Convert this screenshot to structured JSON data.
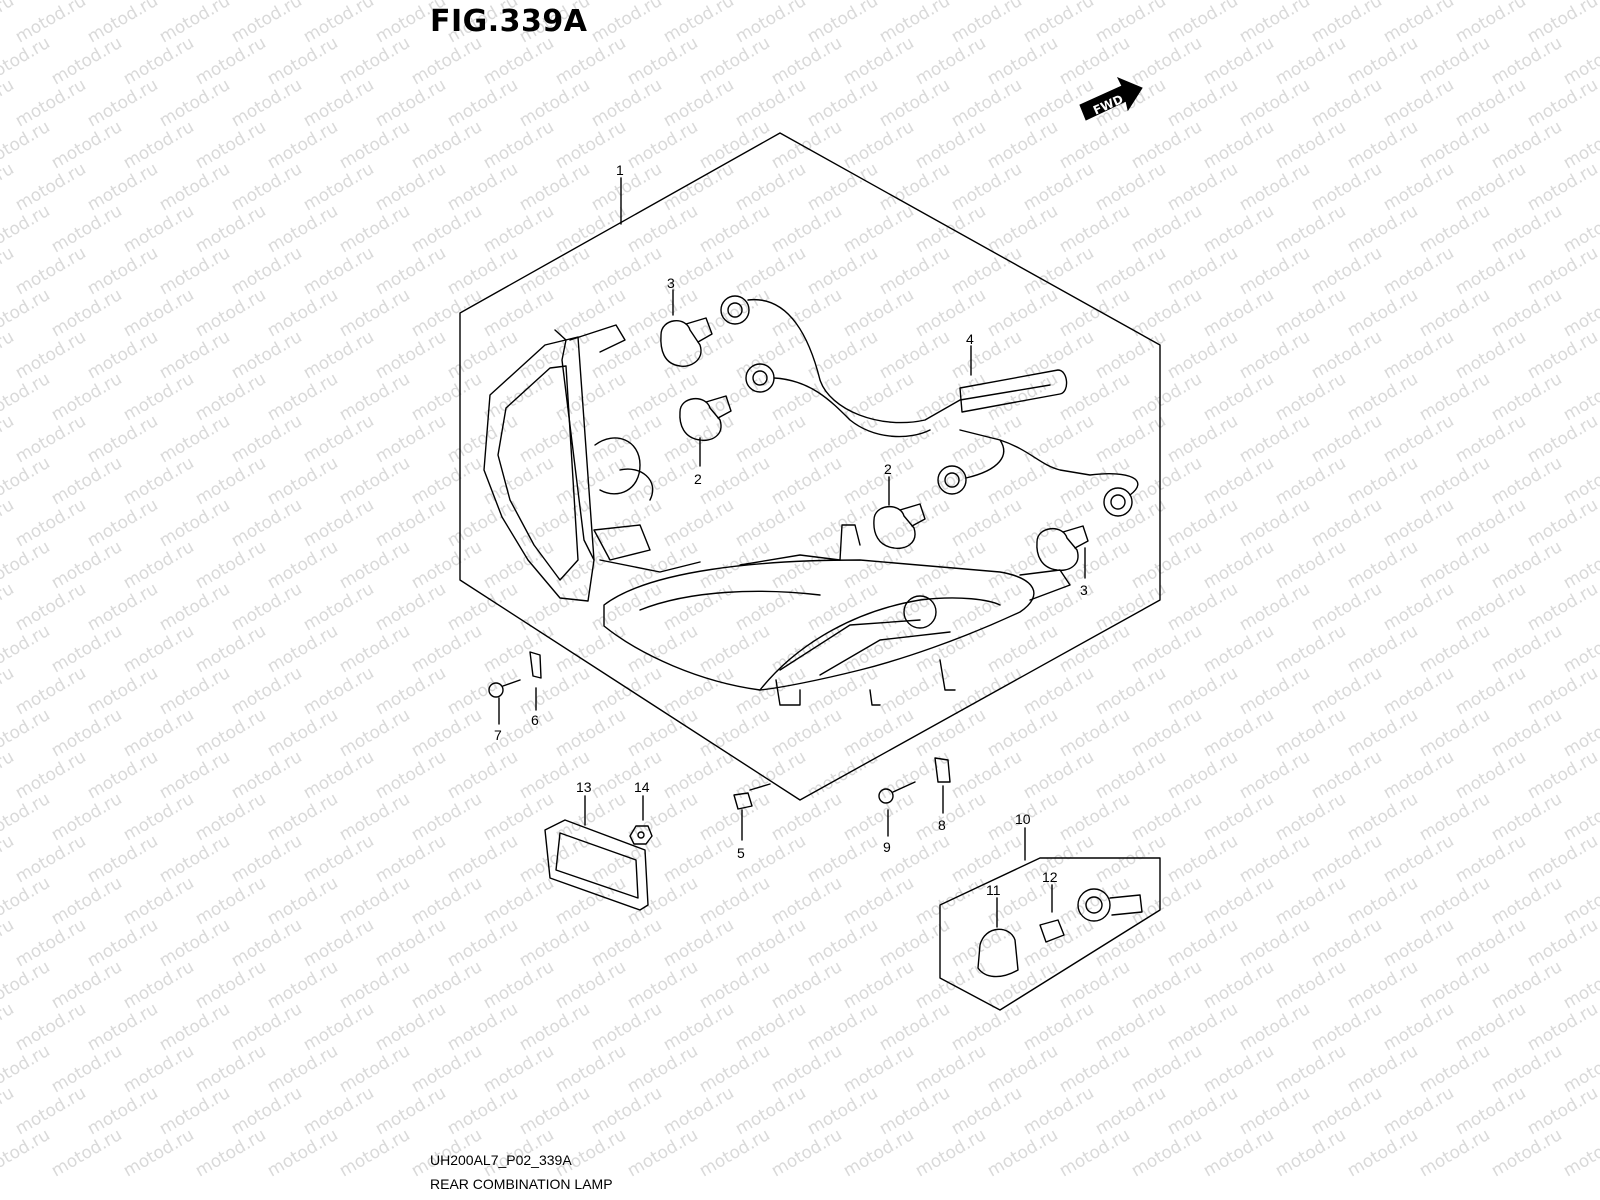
{
  "figure": {
    "title": "FIG.339A"
  },
  "watermark": {
    "text": "motod.ru"
  },
  "direction": {
    "label": "FWD"
  },
  "callouts": [
    "1",
    "2",
    "2",
    "3",
    "3",
    "4",
    "5",
    "6",
    "7",
    "8",
    "9",
    "10",
    "11",
    "12",
    "13",
    "14"
  ],
  "footer": {
    "code": "UH200AL7_P02_339A",
    "caption": "REAR COMBINATION LAMP"
  }
}
